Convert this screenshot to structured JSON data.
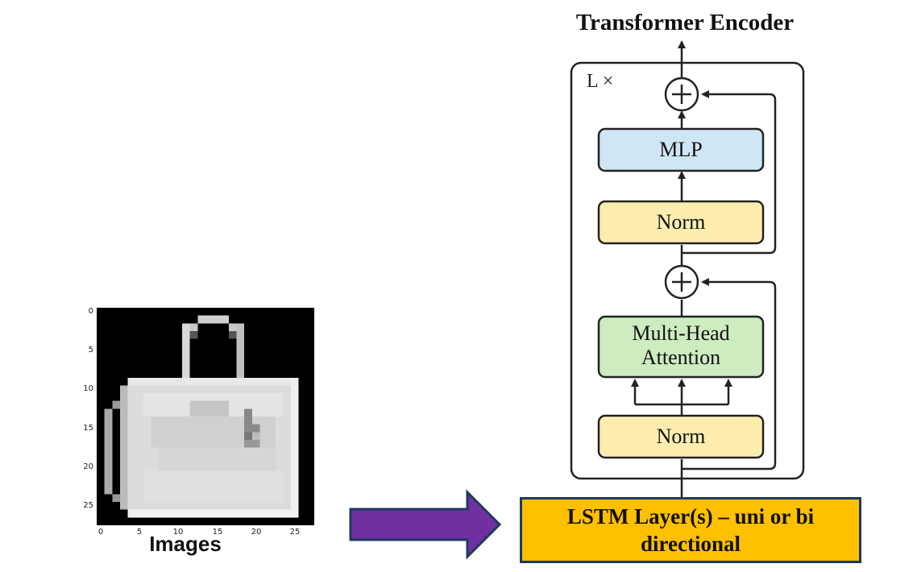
{
  "encoder": {
    "title": "Transformer Encoder",
    "repeat_label": "L ×",
    "blocks": {
      "mlp": "MLP",
      "norm_top": "Norm",
      "attention_line1": "Multi-Head",
      "attention_line2": "Attention",
      "norm_bottom": "Norm"
    },
    "colors": {
      "mlp": "#cfe6f5",
      "norm": "#fdeeb0",
      "attention": "#cdecc0",
      "stroke": "#222222"
    }
  },
  "image_panel": {
    "label": "Images",
    "y_ticks": [
      "0",
      "5",
      "10",
      "15",
      "20",
      "25"
    ],
    "x_ticks": [
      "0",
      "5",
      "10",
      "15",
      "20",
      "25"
    ]
  },
  "arrow": {
    "color": "#7030a0",
    "outline": "#1f3a5f"
  },
  "lstm": {
    "line1": "LSTM Layer(s) – uni or bi",
    "line2": "directional",
    "fill": "#ffc000"
  }
}
